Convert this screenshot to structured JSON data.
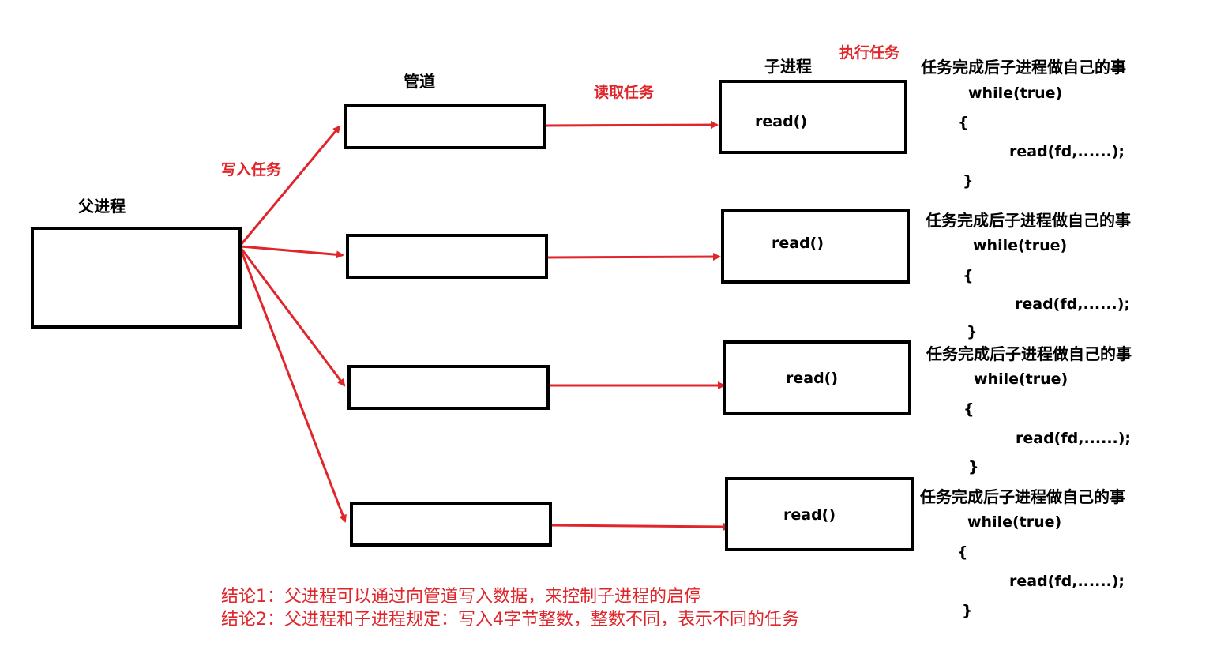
{
  "labels": {
    "parent": "父进程",
    "pipe": "管道",
    "child": "子进程",
    "write_task": "写入任务",
    "read_task": "读取任务",
    "exec_task": "执行任务"
  },
  "children": [
    {
      "read": "read()",
      "note": "任务完成后子进程做自己的事",
      "loop": "while(true)",
      "open": "{",
      "body": "read(fd,......);",
      "close": "}"
    },
    {
      "read": "read()",
      "note": "任务完成后子进程做自己的事",
      "loop": "while(true)",
      "open": "{",
      "body": "read(fd,......);",
      "close": "}"
    },
    {
      "read": "read()",
      "note": "任务完成后子进程做自己的事",
      "loop": "while(true)",
      "open": "{",
      "body": "read(fd,......);",
      "close": "}"
    },
    {
      "read": "read()",
      "note": "任务完成后子进程做自己的事",
      "loop": "while(true)",
      "open": "{",
      "body": "read(fd,......);",
      "close": "}"
    }
  ],
  "conclusions": [
    "结论1：父进程可以通过向管道写入数据，来控制子进程的启停",
    "结论2：父进程和子进程规定：写入4字节整数，整数不同，表示不同的任务"
  ],
  "colors": {
    "arrow": "#e0252b",
    "box": "#000000"
  }
}
